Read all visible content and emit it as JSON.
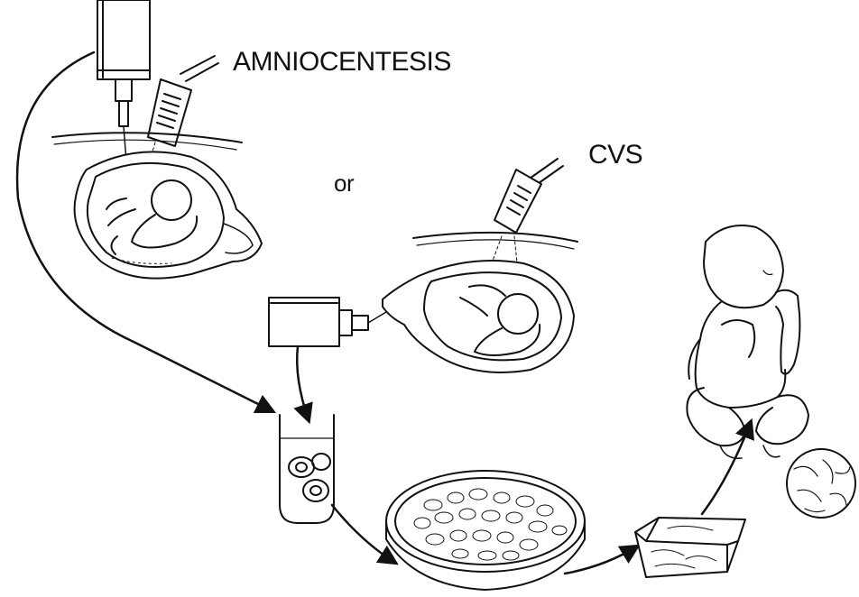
{
  "labels": {
    "amniocentesis": "AMNIOCENTESIS",
    "or": "or",
    "cvs": "CVS"
  },
  "colors": {
    "ink": "#111111",
    "background": "#ffffff"
  }
}
